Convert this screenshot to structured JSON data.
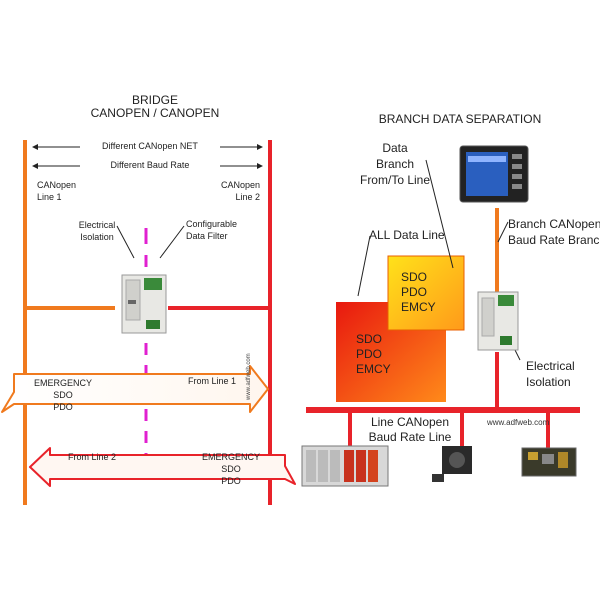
{
  "bridge": {
    "title_line1": "BRIDGE",
    "title_line2": "CANOPEN / CANOPEN",
    "different_net": "Different CANopen NET",
    "different_baud": "Different Baud Rate",
    "line1_l1": "CANopen",
    "line1_l2": "Line 1",
    "line2_l1": "CANopen",
    "line2_l2": "Line 2",
    "isolation_l1": "Electrical",
    "isolation_l2": "Isolation",
    "filter_l1": "Configurable",
    "filter_l2": "Data Filter",
    "from_line1": "From Line 1",
    "from_line2": "From Line 2",
    "msg_left": [
      "EMERGENCY",
      "SDO",
      "PDO"
    ],
    "msg_right": [
      "EMERGENCY",
      "SDO",
      "PDO"
    ],
    "vertical_url": "www.adfweb.com"
  },
  "branch": {
    "title": "BRANCH DATA SEPARATION",
    "data_branch": [
      "Data",
      "Branch",
      "From/To Line"
    ],
    "all_data_line": "ALL Data Line",
    "branch_canopen_l1": "Branch CANopen",
    "branch_canopen_l2": "Baud Rate Branch",
    "square_yellow": [
      "SDO",
      "PDO",
      "EMCY"
    ],
    "square_red": [
      "SDO",
      "PDO",
      "EMCY"
    ],
    "isolation_l1": "Electrical",
    "isolation_l2": "Isolation",
    "line_canopen_l1": "Line CANopen",
    "line_canopen_l2": "Baud Rate Line",
    "url": "www.adfweb.com"
  },
  "colors": {
    "orange": "#f07a1e",
    "red": "#e8232a",
    "magenta": "#e020d0",
    "yellow_square": "#ffd21e",
    "red_square": "#e92a1a"
  }
}
